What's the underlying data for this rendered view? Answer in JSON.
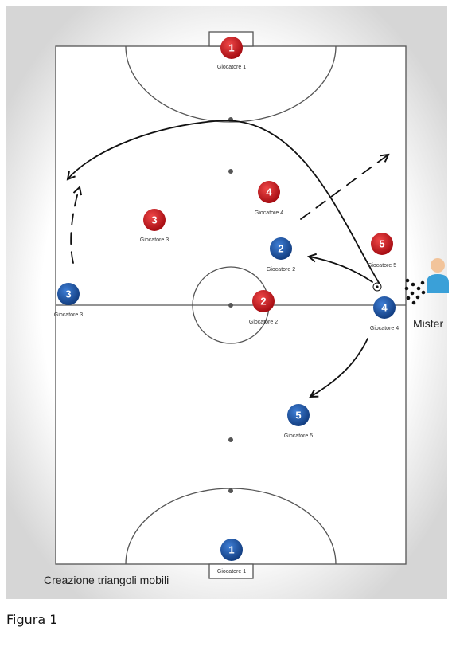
{
  "diagram": {
    "caption": "Creazione triangoli mobili",
    "coach_label": "Mister",
    "colors": {
      "red_team": "#c8141c",
      "blue_team": "#1a4fa0",
      "pitch_line": "#555555",
      "coach_shirt": "#3aa0d8",
      "coach_skin": "#f2c49b"
    },
    "red_players": [
      {
        "number": "1",
        "label": "Giocatore 1"
      },
      {
        "number": "3",
        "label": "Giocatore 3"
      },
      {
        "number": "4",
        "label": "Giocatore 4"
      },
      {
        "number": "5",
        "label": "Giocatore 5"
      },
      {
        "number": "2",
        "label": "Giocatore 2"
      }
    ],
    "blue_players": [
      {
        "number": "2",
        "label": "Giocatore 2"
      },
      {
        "number": "3",
        "label": "Giocatore 3"
      },
      {
        "number": "4",
        "label": "Giocatore 4"
      },
      {
        "number": "5",
        "label": "Giocatore 5"
      },
      {
        "number": "1",
        "label": "Giocatore 1"
      }
    ]
  },
  "figure_label": "Figura 1"
}
